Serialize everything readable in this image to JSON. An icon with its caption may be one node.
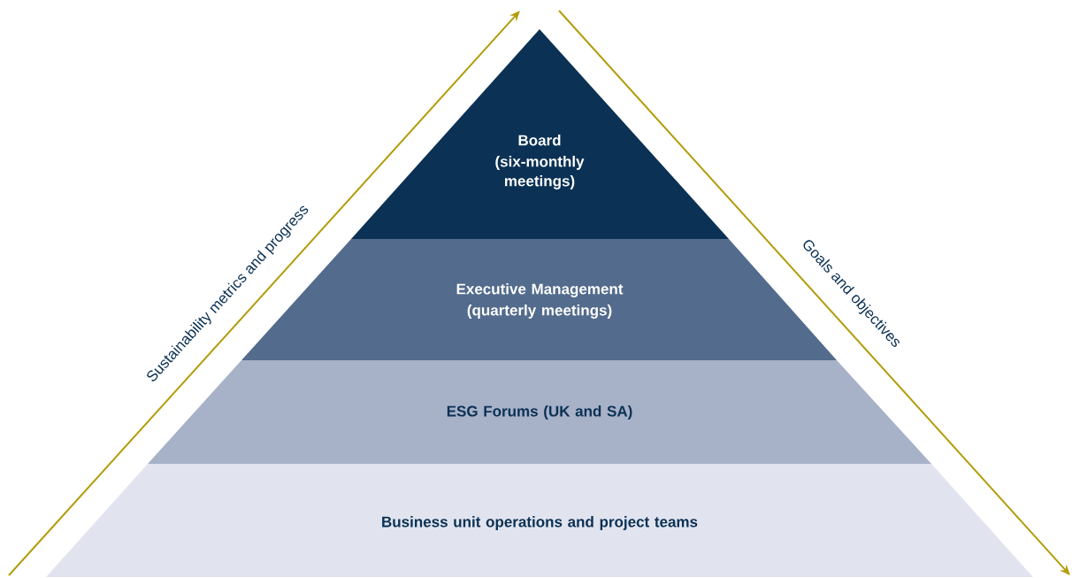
{
  "diagram": {
    "nodes": [
      {
        "text": [
          "Board",
          "(six-monthly meetings)"
        ]
      },
      {
        "text": [
          "Executive Management",
          "(quarterly meetings)"
        ]
      },
      {
        "text": [
          "ESG Forums (UK and SA)"
        ]
      },
      {
        "text": [
          "Business unit operations and project teams"
        ]
      }
    ],
    "labels": [
      "Sustainability metrics and progress",
      "Goals and objectives"
    ]
  }
}
